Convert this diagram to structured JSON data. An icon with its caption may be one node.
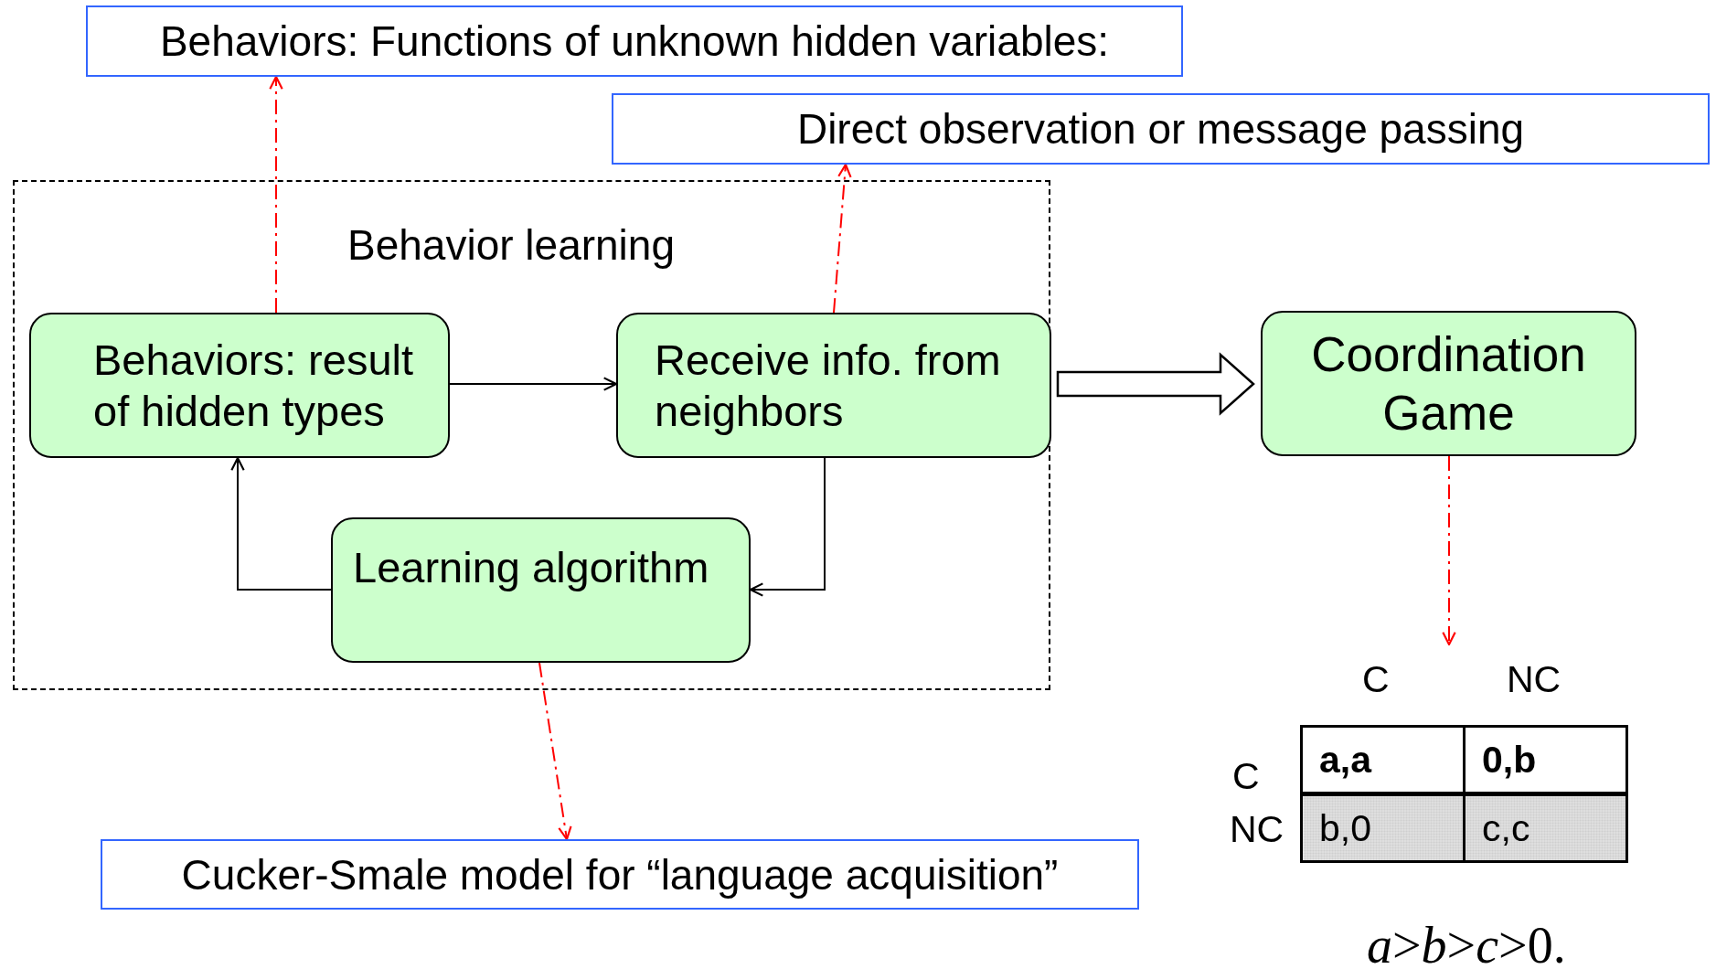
{
  "diagram": {
    "nodes": [
      {
        "text": [
          "Behaviors: Functions of unknown hidden variables:"
        ]
      },
      {
        "text": [
          "Direct observation or message passing"
        ]
      },
      {
        "text": [
          "Behavior learning"
        ]
      },
      {
        "text": [
          "Behaviors: result of hidden types"
        ],
        "in": 2
      },
      {
        "text": [
          "Receive info. from neighbors"
        ],
        "in": 2
      },
      {
        "text": [
          "Learning algorithm"
        ],
        "in": 2
      },
      {
        "text": [
          "Coordination Game"
        ]
      },
      {
        "text": [
          "Cucker-Smale model for “language acquisition”"
        ]
      }
    ],
    "edges": [
      {
        "from": 3,
        "to": 0,
        "arrow": "to",
        "style": "dashed",
        "color": "#ff0000"
      },
      {
        "from": 4,
        "to": 1,
        "arrow": "to",
        "style": "dashed",
        "color": "#ff0000"
      },
      {
        "from": 3,
        "to": 4,
        "arrow": "to",
        "color": "#000000"
      },
      {
        "from": 4,
        "to": 5,
        "arrow": "to",
        "color": "#000000"
      },
      {
        "from": 5,
        "to": 3,
        "arrow": "to",
        "color": "#000000"
      },
      {
        "from": 5,
        "to": 7,
        "arrow": "to",
        "style": "dashed",
        "color": "#ff0000"
      },
      {
        "from": 2,
        "to": 6,
        "arrow": "to",
        "style": "thick",
        "color": "#000000"
      },
      {
        "from": 6,
        "to": null,
        "arrow": "to",
        "style": "dashed",
        "color": "#ff0000"
      }
    ],
    "labels": [
      "C",
      "NC",
      "C",
      "a,a",
      "0,b",
      "NC",
      "b,0",
      "c,c",
      "*a*>*b*>*c*>0."
    ]
  }
}
